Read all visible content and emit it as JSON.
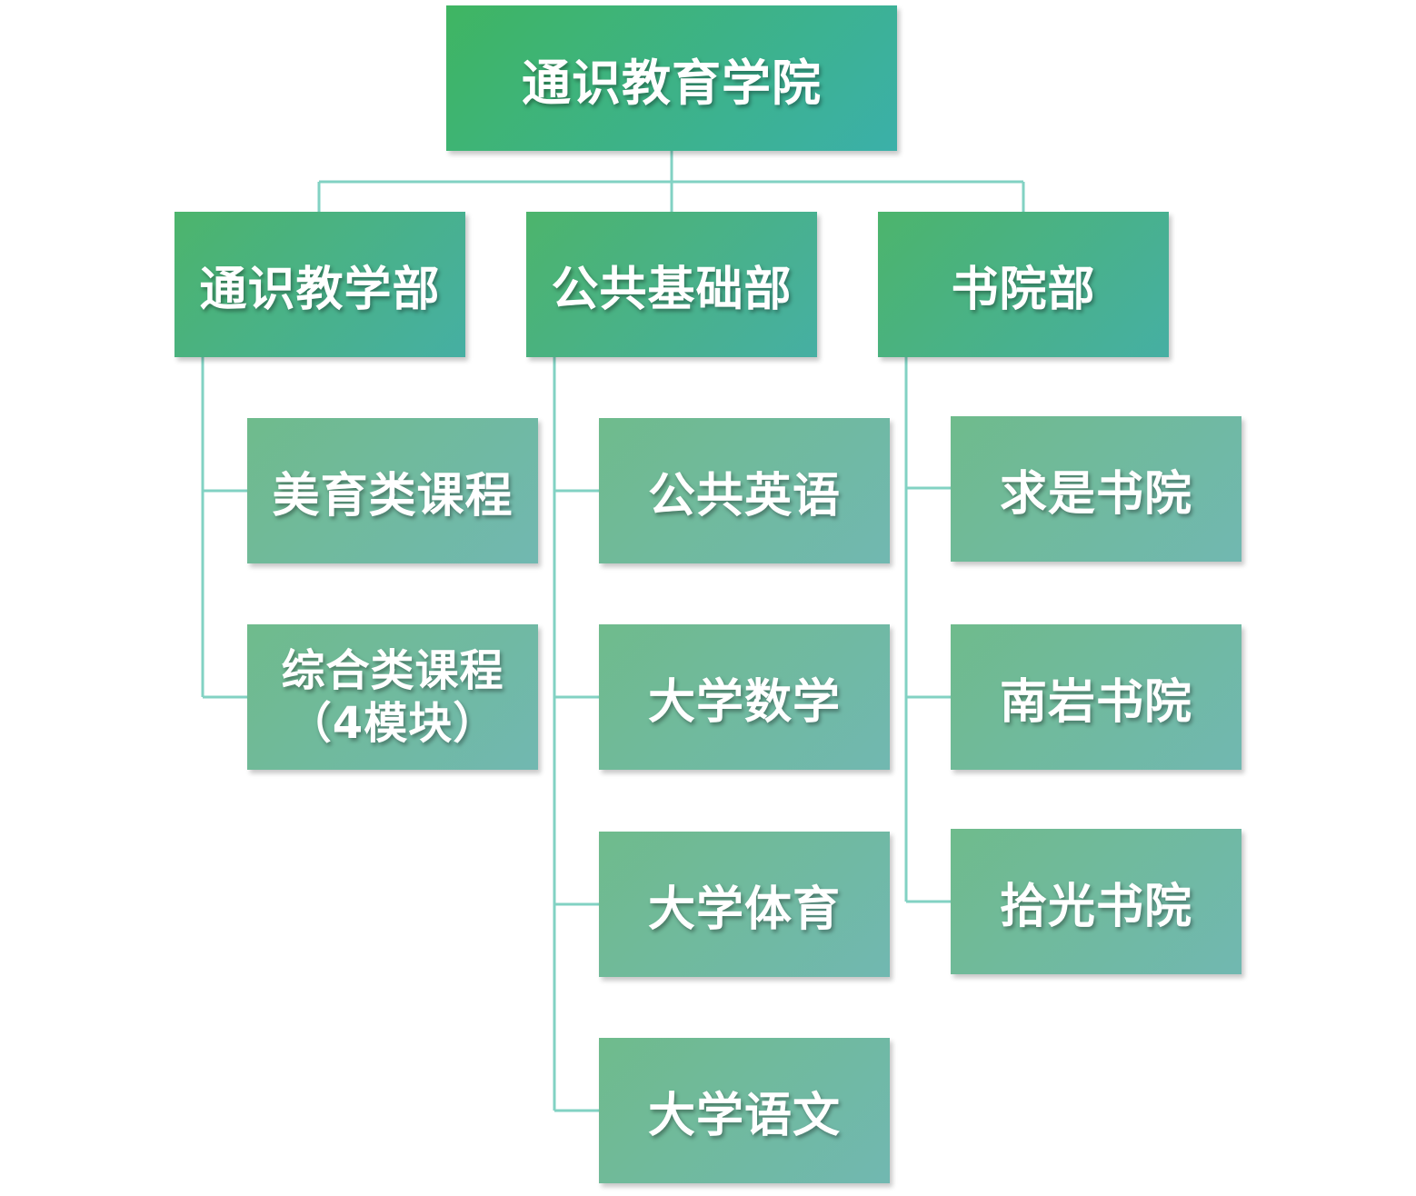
{
  "root": {
    "label": "通识教育学院"
  },
  "departments": [
    {
      "label": "通识教学部",
      "children": [
        {
          "label": "美育类课程"
        },
        {
          "lines": [
            "综合类课程",
            "（4模块）"
          ]
        }
      ]
    },
    {
      "label": "公共基础部",
      "children": [
        {
          "label": "公共英语"
        },
        {
          "label": "大学数学"
        },
        {
          "label": "大学体育"
        },
        {
          "label": "大学语文"
        }
      ]
    },
    {
      "label": "书院部",
      "children": [
        {
          "label": "求是书院"
        },
        {
          "label": "南岩书院"
        },
        {
          "label": "拾光书院"
        }
      ]
    }
  ],
  "colors": {
    "root_gradient": [
      "#3fb562",
      "#3bb0a9"
    ],
    "department_gradient": [
      "#4cb46c",
      "#46afa3"
    ],
    "leaf_gradient": [
      "#6fbb8c",
      "#71b8b1"
    ],
    "connector": "#82d2c3",
    "text": "#ffffff"
  }
}
